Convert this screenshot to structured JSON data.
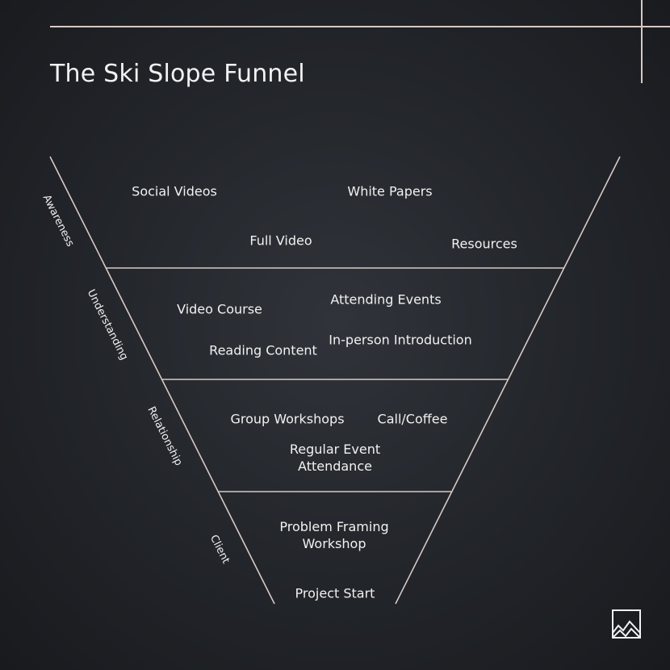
{
  "title": "The Ski Slope Funnel",
  "colors": {
    "background": "#24272c",
    "lines": "#d8c9c4",
    "text": "#f1f1f1"
  },
  "stages": [
    {
      "name": "Awareness",
      "items": [
        "Social Videos",
        "White Papers",
        "Full Video",
        "Resources"
      ]
    },
    {
      "name": "Understanding",
      "items": [
        "Video Course",
        "Attending Events",
        "In-person Introduction",
        "Reading Content"
      ]
    },
    {
      "name": "Relationship",
      "items": [
        "Group Workshops",
        "Call/Coffee",
        "Regular Event\nAttendance"
      ]
    },
    {
      "name": "Client",
      "items": [
        "Problem Framing\nWorkshop",
        "Project Start"
      ]
    }
  ],
  "logo": {
    "icon": "mountain-logo-icon"
  }
}
